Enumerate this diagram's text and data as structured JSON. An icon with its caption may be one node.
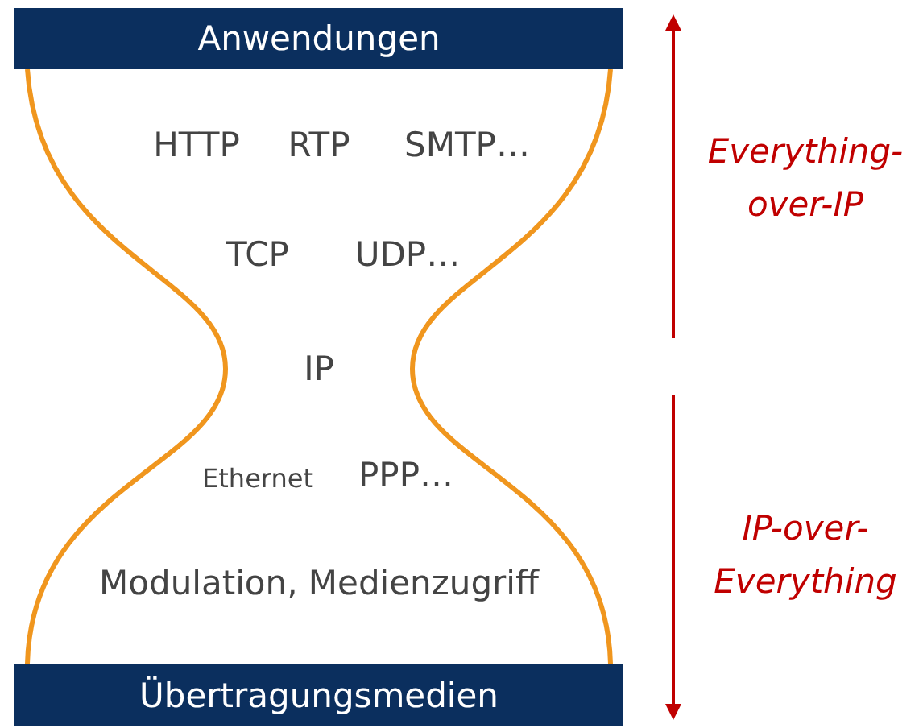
{
  "diagram": {
    "nodes": [
      {
        "text": [
          "Anwendungen"
        ]
      },
      {
        "text": [
          "Übertragungsmedien"
        ]
      }
    ],
    "labels": [
      "HTTP",
      "RTP",
      "SMTP…",
      "TCP",
      "UDP…",
      "IP",
      "Ethernet",
      "PPP…",
      "Modulation, Medienzugriff",
      "Everything-over-IP",
      "IP-over-Everything"
    ]
  }
}
